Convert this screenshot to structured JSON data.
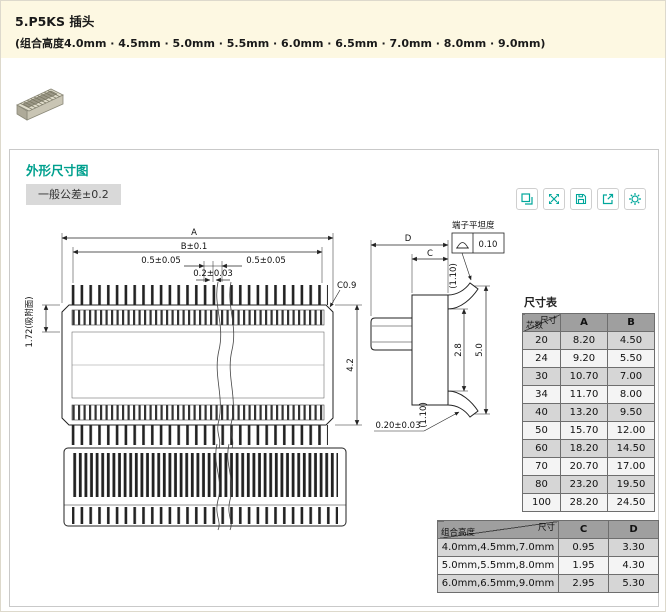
{
  "header": {
    "title": "5.P5KS 插头",
    "subtitle": "(组合高度4.0mm · 4.5mm · 5.0mm · 5.5mm · 6.0mm · 6.5mm · 7.0mm · 8.0mm · 9.0mm)"
  },
  "section": {
    "title": "外形尺寸图",
    "tolerance": "一般公差±0.2"
  },
  "toolbar": {
    "icons": [
      "copy-icon",
      "fullscreen-icon",
      "save-icon",
      "share-icon",
      "settings-icon"
    ]
  },
  "drawing": {
    "front": {
      "dim_a": "A",
      "dim_b": "B±0.1",
      "pitch_left": "0.5±0.05",
      "pitch_right": "0.5±0.05",
      "pin_width": "0.2±0.03",
      "chamfer": "C0.9",
      "suction_face": "1.72(吸附面)",
      "height": "4.2"
    },
    "side": {
      "dim_d": "D",
      "dim_c": "C",
      "flatness_label": "端子平坦度",
      "flatness_value": "0.10",
      "lead_top": "(1.10)",
      "lead_bottom": "(1.10)",
      "inner_height": "2.8",
      "outer_height": "5.0",
      "terminal_thickness": "0.20±0.03"
    }
  },
  "size_table": {
    "title": "尺寸表",
    "corner_top": "尺寸",
    "corner_bottom": "芯数",
    "col_a": "A",
    "col_b": "B",
    "rows": [
      {
        "n": "20",
        "a": "8.20",
        "b": "4.50"
      },
      {
        "n": "24",
        "a": "9.20",
        "b": "5.50"
      },
      {
        "n": "30",
        "a": "10.70",
        "b": "7.00"
      },
      {
        "n": "34",
        "a": "11.70",
        "b": "8.00"
      },
      {
        "n": "40",
        "a": "13.20",
        "b": "9.50"
      },
      {
        "n": "50",
        "a": "15.70",
        "b": "12.00"
      },
      {
        "n": "60",
        "a": "18.20",
        "b": "14.50"
      },
      {
        "n": "70",
        "a": "20.70",
        "b": "17.00"
      },
      {
        "n": "80",
        "a": "23.20",
        "b": "19.50"
      },
      {
        "n": "100",
        "a": "28.20",
        "b": "24.50"
      }
    ]
  },
  "height_table": {
    "corner_top": "尺寸",
    "corner_bottom": "组合高度",
    "col_c": "C",
    "col_d": "D",
    "rows": [
      {
        "h": "4.0mm,4.5mm,7.0mm",
        "c": "0.95",
        "d": "3.30"
      },
      {
        "h": "5.0mm,5.5mm,8.0mm",
        "c": "1.95",
        "d": "4.30"
      },
      {
        "h": "6.0mm,6.5mm,9.0mm",
        "c": "2.95",
        "d": "5.30"
      }
    ]
  },
  "colors": {
    "accent": "#00a79b",
    "band_bg": "#fdf8e2",
    "table_header": "#9f9f9f"
  }
}
